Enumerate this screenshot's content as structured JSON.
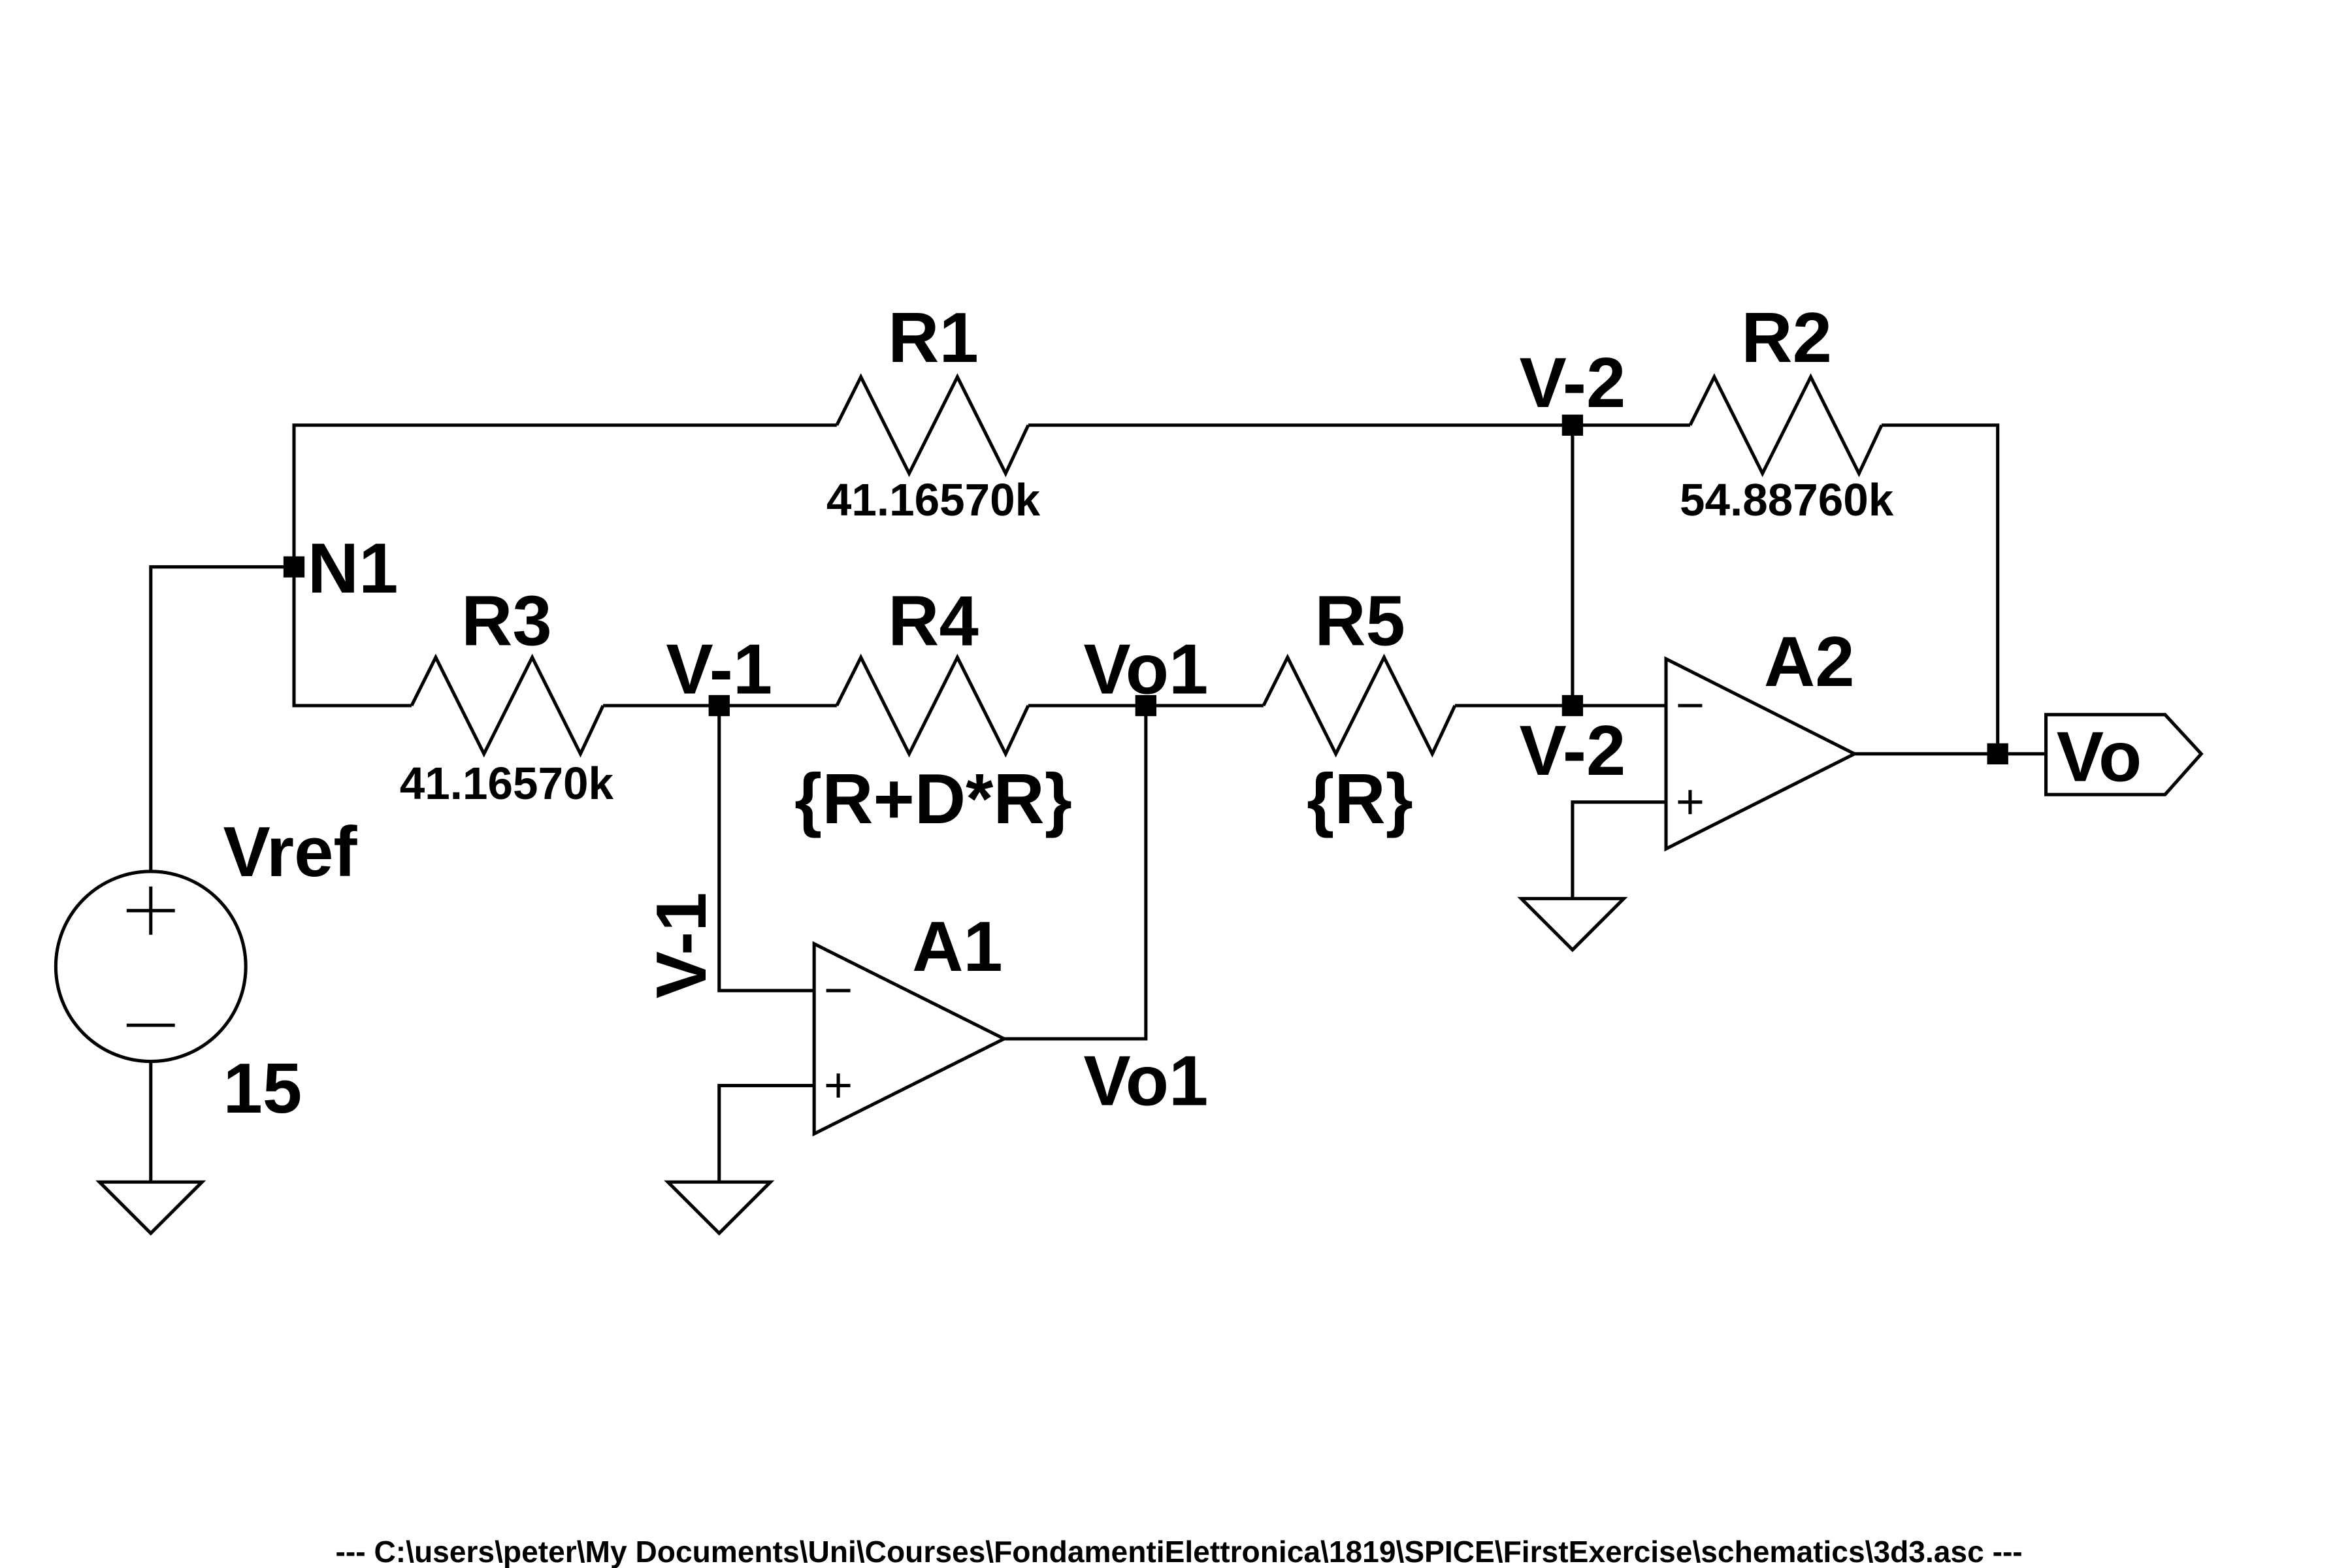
{
  "components": {
    "r1": {
      "name": "R1",
      "value": "41.16570k"
    },
    "r2": {
      "name": "R2",
      "value": "54.88760k"
    },
    "r3": {
      "name": "R3",
      "value": "41.16570k"
    },
    "r4": {
      "name": "R4",
      "value": "{R+D*R}"
    },
    "r5": {
      "name": "R5",
      "value": "{R}"
    },
    "a1": {
      "name": "A1"
    },
    "a2": {
      "name": "A2"
    },
    "vref": {
      "name": "Vref",
      "value": "15"
    }
  },
  "nets": {
    "n1": "N1",
    "v1_top": "V-1",
    "v1_side": "V-1",
    "vo1_top": "Vo1",
    "vo1_out": "Vo1",
    "v2_top": "V-2",
    "v2_mid": "V-2",
    "vo": "Vo"
  },
  "footer": {
    "file_path": "---  C:\\users\\peter\\My Documents\\Uni\\Courses\\FondamentiElettronica\\1819\\SPICE\\FirstExercise\\schematics\\3d3.asc  ---"
  }
}
